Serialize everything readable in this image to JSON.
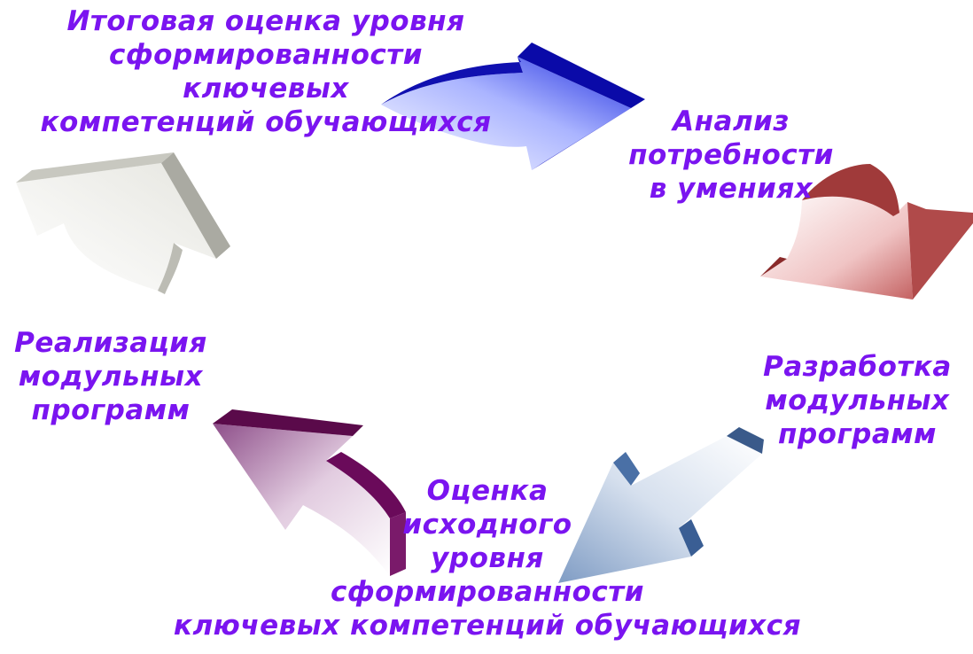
{
  "diagram": {
    "steps": [
      {
        "key": "final",
        "lines": [
          "Итоговая оценка уровня",
          "сформированности",
          "ключевых",
          "компетенций обучающихся"
        ]
      },
      {
        "key": "analysis",
        "lines": [
          "Анализ",
          "потребности",
          "в умениях"
        ]
      },
      {
        "key": "development",
        "lines": [
          "Разработка",
          "модульных",
          "программ"
        ]
      },
      {
        "key": "initial",
        "lines": [
          "Оценка",
          "исходного",
          "уровня",
          "сформированности",
          "ключевых компетенций обучающихся"
        ]
      },
      {
        "key": "implementation",
        "lines": [
          "Реализация",
          "модульных",
          "программ"
        ]
      }
    ],
    "colors": {
      "text": "#7a14f0",
      "arrow_blue": "#1a1ad0",
      "arrow_red": "#a83c3c",
      "arrow_steel": "#4a6fa0",
      "arrow_purple": "#6a0a5a",
      "arrow_gray": "#b0b0a8"
    }
  }
}
